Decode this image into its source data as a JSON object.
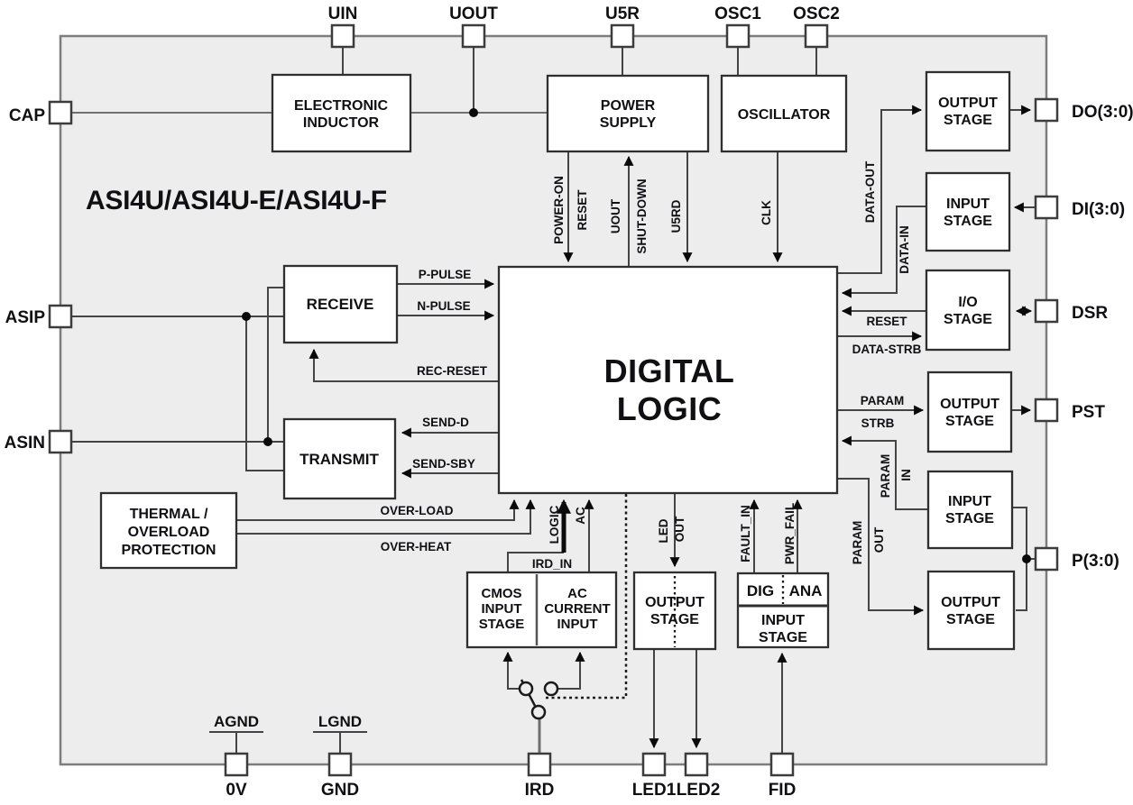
{
  "title": "ASI4U/ASI4U-E/ASI4U-F",
  "colors": {
    "chip_bg": "#ededed",
    "border_gray": "#7d7d7d",
    "wire": "#444444",
    "block_border": "#2f2f2f",
    "text": "#101014"
  },
  "pins": {
    "uin": "UIN",
    "uout": "UOUT",
    "u5r": "U5R",
    "osc1": "OSC1",
    "osc2": "OSC2",
    "cap": "CAP",
    "asip": "ASIP",
    "asin": "ASIN",
    "do": "DO(3:0)",
    "di": "DI(3:0)",
    "dsr": "DSR",
    "pst": "PST",
    "p": "P(3:0)",
    "zerov": "0V",
    "gnd": "GND",
    "ird": "IRD",
    "led1": "LED1",
    "led2": "LED2",
    "fid": "FID",
    "agnd": "AGND",
    "lgnd": "LGND"
  },
  "blocks": {
    "electronic_inductor": [
      "ELECTRONIC",
      "INDUCTOR"
    ],
    "power_supply": [
      "POWER",
      "SUPPLY"
    ],
    "oscillator": [
      "OSCILLATOR"
    ],
    "digital_logic": [
      "DIGITAL",
      "LOGIC"
    ],
    "receive": [
      "RECEIVE"
    ],
    "transmit": [
      "TRANSMIT"
    ],
    "thermal": [
      "THERMAL /",
      "OVERLOAD",
      "PROTECTION"
    ],
    "cmos_input": [
      "CMOS",
      "INPUT",
      "STAGE"
    ],
    "ac_input": [
      "AC",
      "CURRENT",
      "INPUT"
    ],
    "output_stage_do": [
      "OUTPUT",
      "STAGE"
    ],
    "input_stage_di": [
      "INPUT",
      "STAGE"
    ],
    "io_stage": [
      "I/O",
      "STAGE"
    ],
    "output_stage_pst": [
      "OUTPUT",
      "STAGE"
    ],
    "input_stage_p": [
      "INPUT",
      "STAGE"
    ],
    "output_stage_p": [
      "OUTPUT",
      "STAGE"
    ],
    "led_output_stage": [
      "OUTPUT",
      "STAGE"
    ],
    "dig": "DIG",
    "ana": "ANA",
    "fid_input_stage": [
      "INPUT",
      "STAGE"
    ]
  },
  "signals": {
    "power_on": "POWER-ON",
    "por_reset": "RESET",
    "uout": "UOUT",
    "shut_down": "SHUT-DOWN",
    "u5rd": "U5RD",
    "clk": "CLK",
    "data_out": "DATA-OUT",
    "data_in": "DATA-IN",
    "reset": "RESET",
    "data_strb": "DATA-STRB",
    "param_strb": [
      "PARAM",
      "STRB"
    ],
    "param_in": [
      "PARAM",
      "IN"
    ],
    "param_out": [
      "PARAM",
      "OUT"
    ],
    "p_pulse": "P-PULSE",
    "n_pulse": "N-PULSE",
    "rec_reset": "REC-RESET",
    "send_d": "SEND-D",
    "send_sby": "SEND-SBY",
    "over_load": "OVER-LOAD",
    "over_heat": "OVER-HEAT",
    "logic": "LOGIC",
    "ac": "AC",
    "ird_in": "IRD_IN",
    "led_out": [
      "LED",
      "OUT"
    ],
    "fault_in": "FAULT_IN",
    "pwr_fail": "PWR_FAIL"
  }
}
